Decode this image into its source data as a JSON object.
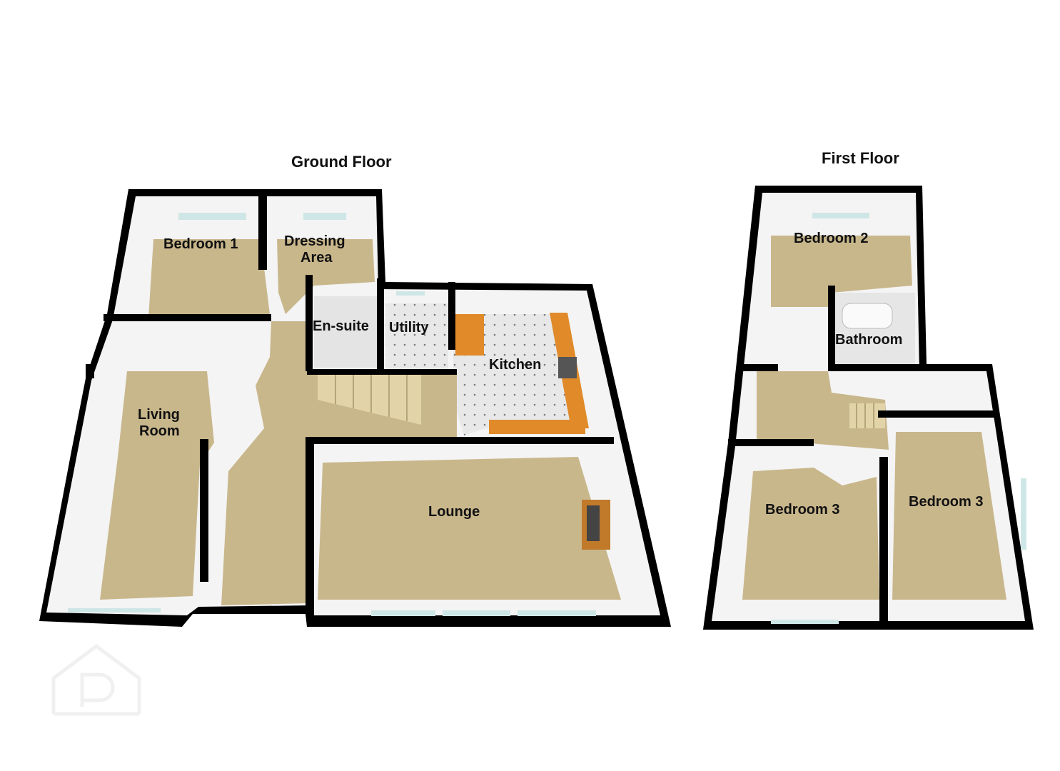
{
  "ground_floor": {
    "title": "Ground Floor",
    "rooms": {
      "bedroom1": "Bedroom 1",
      "dressing_line1": "Dressing",
      "dressing_line2": "Area",
      "ensuite": "En-suite",
      "utility": "Utility",
      "kitchen": "Kitchen",
      "living_line1": "Living",
      "living_line2": "Room",
      "lounge": "Lounge"
    }
  },
  "first_floor": {
    "title": "First Floor",
    "rooms": {
      "bedroom2": "Bedroom 2",
      "bathroom": "Bathroom",
      "bedroom3_left": "Bedroom 3",
      "bedroom3_right": "Bedroom 3"
    }
  },
  "colors": {
    "wall": "#000000",
    "inner_wall": "#f2f2f2",
    "carpet": "#c8b68a",
    "tile": "#e6e6e6",
    "worktop": "#e08a2a"
  }
}
